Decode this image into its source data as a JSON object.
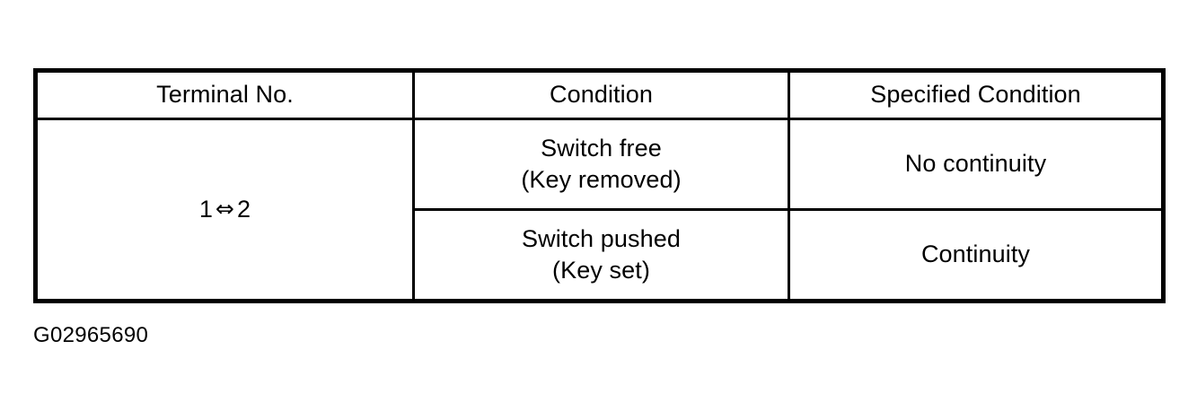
{
  "table": {
    "headers": [
      {
        "label": "Terminal No."
      },
      {
        "label": "Condition"
      },
      {
        "label": "Specified Condition"
      }
    ],
    "terminal": {
      "from": "1",
      "arrow": "⇔",
      "to": "2"
    },
    "rows": [
      {
        "condition_line1": "Switch free",
        "condition_line2": "(Key removed)",
        "specified": "No continuity"
      },
      {
        "condition_line1": "Switch pushed",
        "condition_line2": "(Key set)",
        "specified": "Continuity"
      }
    ]
  },
  "caption": {
    "text": "G02965690"
  },
  "colors": {
    "background": "#ffffff",
    "border": "#000000",
    "text": "#000000"
  }
}
